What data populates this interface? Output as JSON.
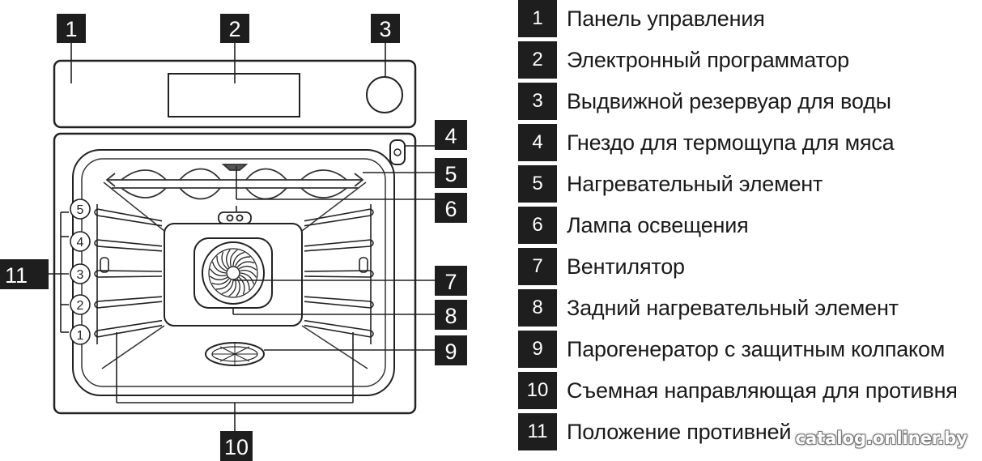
{
  "callouts": [
    {
      "num": "1",
      "label": "Панель управления"
    },
    {
      "num": "2",
      "label": "Электронный программатор"
    },
    {
      "num": "3",
      "label": "Выдвижной резервуар для воды"
    },
    {
      "num": "4",
      "label": "Гнездо для термощупа для мяса"
    },
    {
      "num": "5",
      "label": "Нагревательный элемент"
    },
    {
      "num": "6",
      "label": "Лампа освещения"
    },
    {
      "num": "7",
      "label": "Вентилятор"
    },
    {
      "num": "8",
      "label": "Задний нагревательный элемент"
    },
    {
      "num": "9",
      "label": "Парогенератор с защитным колпаком"
    },
    {
      "num": "10",
      "label": "Съемная направляющая для противня"
    },
    {
      "num": "11",
      "label": "Положение противней"
    }
  ],
  "shelf_positions": [
    "5",
    "4",
    "3",
    "2",
    "1"
  ],
  "watermark": "catalog.onliner.by",
  "colors": {
    "box": "#1e1e1e",
    "line": "#222222",
    "background": "#ffffff"
  }
}
